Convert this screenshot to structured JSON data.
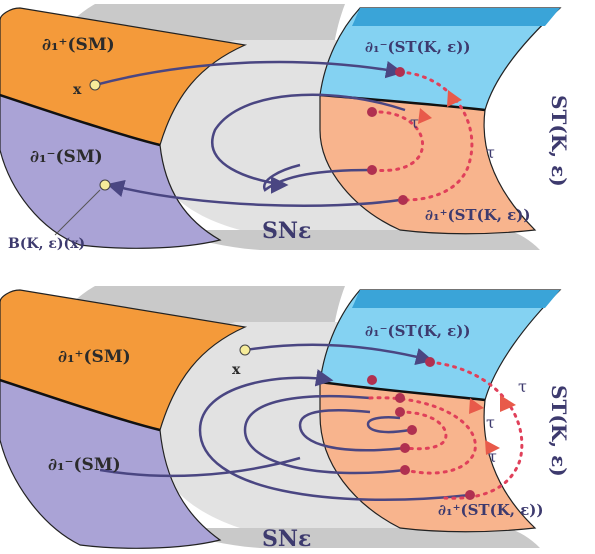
{
  "colors": {
    "orange": "#f49a3a",
    "lavender": "#aaa3d6",
    "light_blue": "#84d2f2",
    "dark_blue": "#3aa4d8",
    "peach": "#f8b48d",
    "gray_band": "#c9c9c9",
    "light_gray": "#e2e2e2",
    "curve": "#4a4682",
    "dot_red": "#b03050",
    "dot_yellow": "#f6ec9a",
    "dotted_red": "#e0405a",
    "arrow_red": "#e85a4a"
  },
  "top": {
    "boundary_plus_sm": "∂₁⁺(SM)",
    "boundary_minus_sm": "∂₁⁻(SM)",
    "boundary_minus_st": "∂₁⁻(ST(K, ε))",
    "boundary_plus_st": "∂₁⁺(ST(K, ε))",
    "point_x": "x",
    "point_b": "B(K, ε)(x)",
    "sn_label": "SNε",
    "st_side_label": "ST(K, ε)",
    "tau_1": "τ",
    "tau_2": "τ"
  },
  "bottom": {
    "boundary_plus_sm": "∂₁⁺(SM)",
    "boundary_minus_sm": "∂₁⁻(SM)",
    "boundary_minus_st": "∂₁⁻(ST(K, ε))",
    "boundary_plus_st": "∂₁⁺(ST(K, ε))",
    "point_x": "x",
    "sn_label": "SNε",
    "st_side_label": "ST(K, ε)",
    "tau_1": "τ",
    "tau_2": "τ",
    "tau_3": "τ"
  }
}
